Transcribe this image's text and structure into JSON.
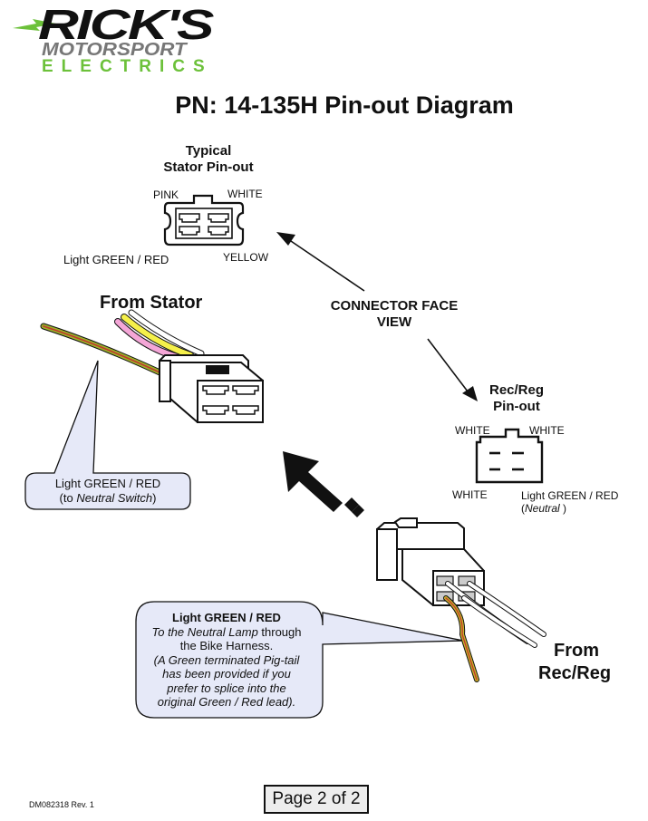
{
  "logo": {
    "line1": "RICK'S",
    "line2": "MOTORSPORT",
    "line3": "ELECTRICS",
    "colors": {
      "black": "#111111",
      "gray": "#777777",
      "green": "#6cc13a"
    }
  },
  "title": "PN: 14-135H Pin-out Diagram",
  "stator_pinout": {
    "heading_line1": "Typical",
    "heading_line2": "Stator Pin-out",
    "pins": {
      "top_left": "PINK",
      "top_right": "WHITE",
      "bottom_left": "Light GREEN / RED",
      "bottom_right": "YELLOW"
    }
  },
  "connector_face_view": {
    "line1": "CONNECTOR FACE",
    "line2": "VIEW"
  },
  "from_stator": "From Stator",
  "stator_callout": {
    "line1": "Light GREEN / RED",
    "line2_prefix": "(to ",
    "line2_italic": "Neutral  Switch",
    "line2_suffix": ")"
  },
  "recreg_pinout": {
    "heading_line1": "Rec/Reg",
    "heading_line2": "Pin-out",
    "pins": {
      "top_left": "WHITE",
      "top_right": "WHITE",
      "bottom_left": "WHITE",
      "bottom_right": "Light GREEN / RED",
      "bottom_right_note_prefix": "(",
      "bottom_right_note_italic": "Neutral",
      "bottom_right_note_suffix": " )"
    }
  },
  "from_recreg_line1": "From",
  "from_recreg_line2": "Rec/Reg",
  "recreg_callout": {
    "heading": "Light GREEN / RED",
    "line1_italic": "To the Neutral Lamp",
    "line1_suffix": " through",
    "line2": "the Bike Harness.",
    "line3": "(A Green terminated Pig-tail",
    "line4": "has been provided if you",
    "line5": "prefer to splice into the",
    "line6": "original Green / Red lead)."
  },
  "wire_colors": {
    "pink": "#f4a6d7",
    "yellow": "#f5f04a",
    "white": "#ffffff",
    "green": "#9bb12a",
    "red": "#c0392b",
    "callout_fill": "#e6e9f8"
  },
  "footer": {
    "doc_id": "DM082318  Rev.  1",
    "page": "Page 2 of 2"
  }
}
